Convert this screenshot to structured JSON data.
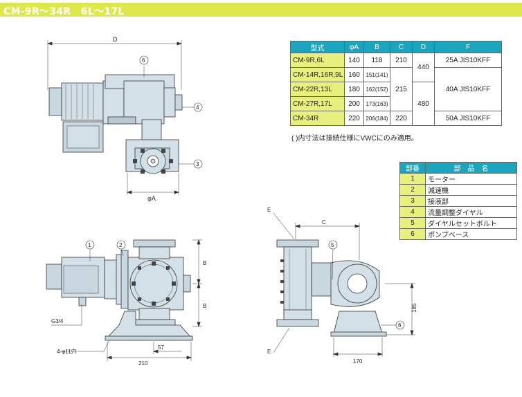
{
  "title": "CM-9R～34R　6L～17L",
  "spec_table": {
    "headers": [
      "型式",
      "φA",
      "B",
      "C",
      "D",
      "F"
    ],
    "rows": [
      {
        "model": "CM-9R,6L",
        "a": "140",
        "b": "118"
      },
      {
        "model": "CM-14R,16R,9L",
        "a": "160",
        "b": "151(141)"
      },
      {
        "model": "CM-22R,13L",
        "a": "180",
        "b": "162(152)"
      },
      {
        "model": "CM-27R,17L",
        "a": "200",
        "b": "173(163)"
      },
      {
        "model": "CM-34R",
        "a": "220",
        "b": "206(184)"
      }
    ],
    "c_values": [
      "210",
      "215",
      "220"
    ],
    "d_values": [
      "440",
      "480"
    ],
    "f_values": [
      "25A JIS10KFF",
      "40A JIS10KFF",
      "50A JIS10KFF"
    ]
  },
  "note": "( )内寸法は接続仕様にVWCにのみ適用。",
  "parts_table": {
    "headers": [
      "部番",
      "部　品　名"
    ],
    "rows": [
      {
        "num": "1",
        "name": "モーター"
      },
      {
        "num": "2",
        "name": "減速機"
      },
      {
        "num": "3",
        "name": "接液部"
      },
      {
        "num": "4",
        "name": "流量調整ダイヤル"
      },
      {
        "num": "5",
        "name": "ダイヤルセットボルト"
      },
      {
        "num": "6",
        "name": "ポンプベース"
      }
    ]
  },
  "drawing_labels": {
    "dim_d": "D",
    "dim_phi_a": "φA",
    "dim_c": "C",
    "dim_b": "B",
    "dim_e": "E",
    "dim_g": "G3/4",
    "dim_holes": "4-φ11穴",
    "dim_210": "210",
    "dim_57": "57",
    "dim_170": "170",
    "dim_185": "185",
    "callouts": [
      "1",
      "2",
      "3",
      "4",
      "5",
      "6"
    ]
  },
  "colors": {
    "title_bar": "#dfe84a",
    "title_text": "#ffffff",
    "table_header": "#1aa5bd",
    "model_cell": "#e8f07e",
    "machine_fill": "#d4e0e8",
    "machine_shade": "#b9c8d3"
  }
}
